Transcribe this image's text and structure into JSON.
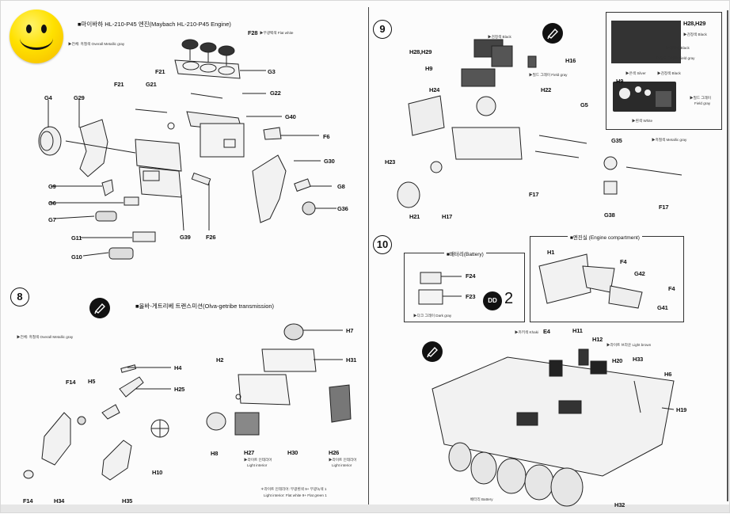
{
  "overlay": {
    "icon": "smiley-face-icon"
  },
  "left_page": {
    "engine_section": {
      "title": "■마이바하 HL-210-P45 엔진(Maybach HL-210-P45 Engine)",
      "overall_paint": "▶전체: 흑철색 Overall Metallic gray",
      "paint_f28": "▶무광백색 Flat white",
      "labels": [
        "F28",
        "F21",
        "G3",
        "F21",
        "G21",
        "G22",
        "G4",
        "G29",
        "G40",
        "F6",
        "G30",
        "G9",
        "G8",
        "G6",
        "G36",
        "G7",
        "G11",
        "G39",
        "F26",
        "G10"
      ]
    },
    "step8": {
      "number": "8",
      "title": "■올바-게트리베 트랜스미션(Olva-getribe transmission)",
      "overall_paint": "▶전체: 흑철색 Overall Metallic gray",
      "labels_left": [
        "H4",
        "H5",
        "H25",
        "F14",
        "H10",
        "F14",
        "H34",
        "H35"
      ],
      "labels_right": [
        "H7",
        "H31",
        "H2",
        "H8",
        "H27",
        "H30",
        "H26"
      ],
      "h27_paint_ko": "▶라이트 인테리어",
      "h27_paint_en": "Light interior",
      "h26_paint_ko": "▶라이트 인테리어",
      "h26_paint_en": "Light interior",
      "mix_note_ko": "＊라이트 인테리어: 무광흰색 9+ 무광녹색 1",
      "mix_note_en": "Light  interior: Flat white 9+ Flat green 1"
    }
  },
  "right_page": {
    "step9": {
      "number": "9",
      "paint_black": "▶검정색 Black",
      "paint_field_gray": "▶필드 그레이 Field gray",
      "labels": [
        "H28,H29",
        "H16",
        "H9",
        "H24",
        "H22",
        "G5",
        "H23",
        "G35",
        "F17",
        "F17",
        "H21",
        "H17",
        "G38"
      ],
      "detail_box": {
        "label_h28": "H28,H29",
        "black1": "▶검정색 Black",
        "black2": "▶검정색 Black",
        "field_gray": "▶필드 그레이 Field gray",
        "silver": "▶은색 Silver",
        "black3": "▶검정색 Black",
        "label_h9": "H9",
        "field_gray2_ko": "▶필드 그레이",
        "field_gray2_en": "Field gray",
        "white": "▶흰색 White"
      },
      "metallic_note": "▶흑철색 Metallic gray"
    },
    "step10": {
      "number": "10",
      "battery_box": {
        "title": "■배터리(Battery)",
        "labels": [
          "F24",
          "F23"
        ],
        "paint": "▶다크 그레이 Dark gray",
        "decal_count": "2",
        "decal_icon": "DD"
      },
      "engine_box": {
        "title": "■엔진실 (Engine compartment)",
        "labels": [
          "H1",
          "F4",
          "G42",
          "F4",
          "G41"
        ]
      },
      "hull_labels": [
        "E4",
        "H11",
        "H12",
        "H20",
        "H33",
        "H6",
        "H19",
        "H32"
      ],
      "paint_khaki": "▶카키색 Khaki",
      "paint_light_brown": "▶라이트 브라운 Light brown",
      "battery_note": "배터리 Battery"
    }
  }
}
